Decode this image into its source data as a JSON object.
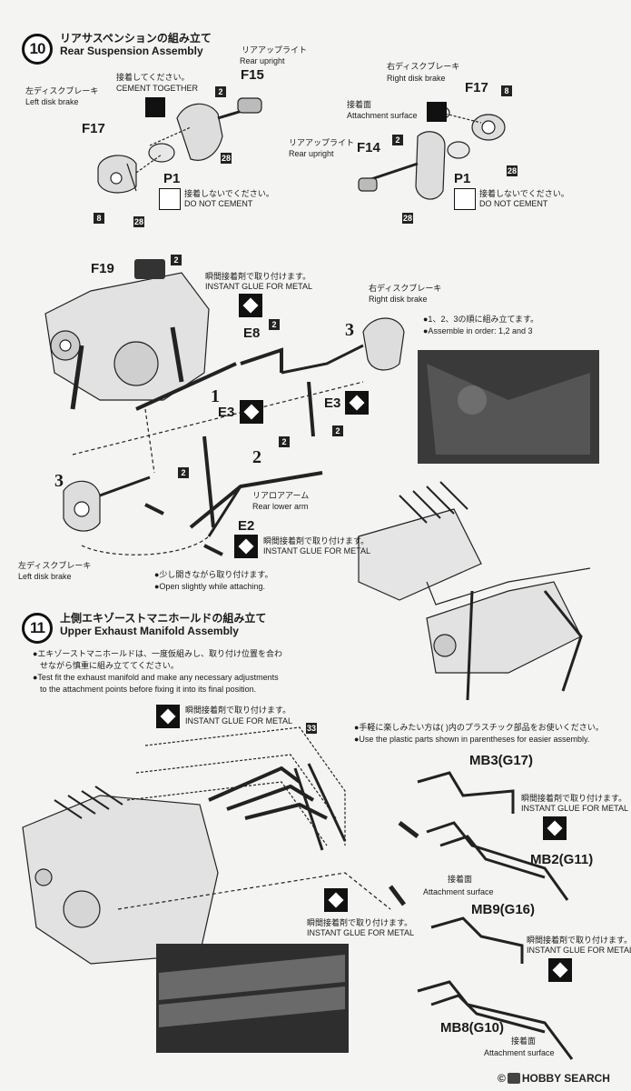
{
  "step10": {
    "number": "10",
    "title_jp": "リアサスペンションの組み立て",
    "title_en": "Rear Suspension Assembly",
    "cement_together_jp": "接着してください。",
    "cement_together_en": "CEMENT TOGETHER",
    "rear_upright_jp": "リアアップライト",
    "rear_upright_en": "Rear upright",
    "left_disk_brake_jp": "左ディスクブレーキ",
    "left_disk_brake_en": "Left disk brake",
    "right_disk_brake_jp": "右ディスクブレーキ",
    "right_disk_brake_en": "Right disk brake",
    "attachment_surface_jp": "接着面",
    "attachment_surface_en": "Attachment surface",
    "do_not_cement_jp": "接着しないでください。",
    "do_not_cement_en": "DO NOT CEMENT",
    "instant_glue_jp": "瞬間接着剤で取り付けます。",
    "instant_glue_en": "INSTANT GLUE FOR METAL",
    "rear_lower_arm_jp": "リアロアアーム",
    "rear_lower_arm_en": "Rear lower arm",
    "order_jp": "●1、2、3の順に組み立てます。",
    "order_en": "●Assemble in order: 1,2 and 3",
    "open_slightly_jp": "●少し開きながら取り付けます。",
    "open_slightly_en": "●Open slightly while attaching.",
    "parts": {
      "F15": "F15",
      "F17": "F17",
      "F14": "F14",
      "P1": "P1",
      "F19": "F19",
      "E8": "E8",
      "E3": "E3",
      "E2": "E2"
    },
    "boxes": {
      "two": "2",
      "eight": "8",
      "twenty_eight": "28"
    },
    "seq": {
      "one": "1",
      "two": "2",
      "three": "3"
    }
  },
  "step11": {
    "number": "11",
    "title_jp": "上側エキゾーストマニホールドの組み立て",
    "title_en": "Upper Exhaust Manifold Assembly",
    "note1_jp": "●エキゾーストマニホールドは、一度仮組みし、取り付け位置を合わ",
    "note1_jp2": "せながら慎重に組み立ててください。",
    "note1_en": "●Test fit the exhaust manifold and make any necessary adjustments",
    "note1_en2": "to the attachment points before fixing it into its final position.",
    "note2_jp": "●手軽に楽しみたい方は( )内のプラスチック部品をお使いください。",
    "note2_en": "●Use the plastic parts shown in parentheses for easier assembly.",
    "instant_glue_jp": "瞬間接着剤で取り付けます。",
    "instant_glue_en": "INSTANT GLUE FOR METAL",
    "attachment_surface_jp": "接着面",
    "attachment_surface_en": "Attachment surface",
    "box33": "33",
    "parts": {
      "MB3": "MB3(G17)",
      "MB2": "MB2(G11)",
      "MB9": "MB9(G16)",
      "MB8": "MB8(G10)"
    }
  },
  "watermark": {
    "brand": "HOBBY SEARCH",
    "copyright": "©"
  }
}
